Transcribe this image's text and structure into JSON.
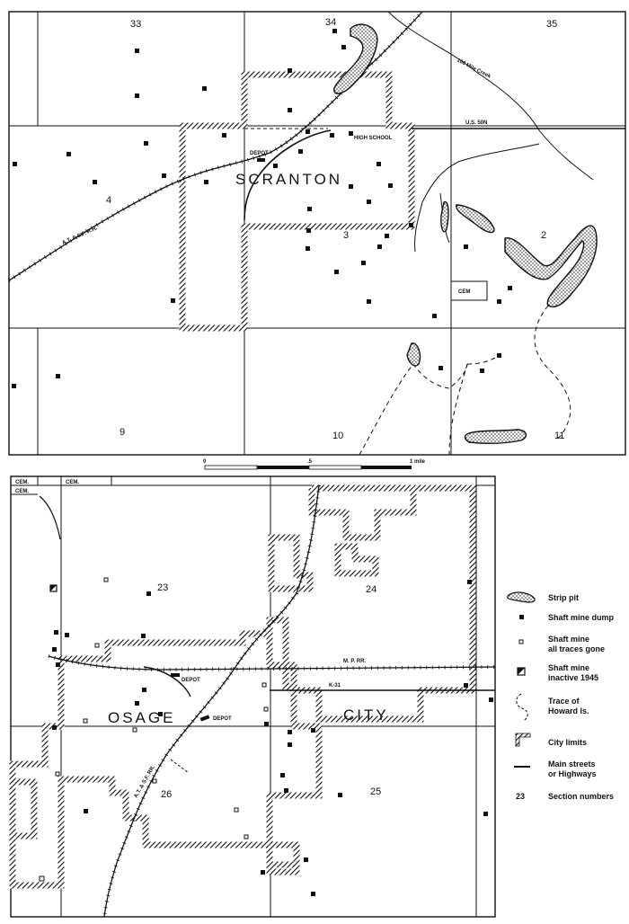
{
  "scranton": {
    "town_label": "SCRANTON",
    "sections": [
      "33",
      "34",
      "35",
      "4",
      "3",
      "2",
      "9",
      "10",
      "11"
    ],
    "labels": {
      "creek": "100 Mile Creek",
      "highway": "U.S. 50N",
      "railroad": "A.T. & S.F. R.R.",
      "depot": "DEPOT",
      "high_school": "HIGH SCHOOL",
      "cemetery": "CEM"
    }
  },
  "scale_bar": {
    "ticks": [
      "0",
      ".5",
      "1 mile"
    ]
  },
  "osage_city": {
    "town_label_left": "OSAGE",
    "town_label_right": "CITY",
    "sections": [
      "23",
      "24",
      "26",
      "25"
    ],
    "labels": {
      "cemetery_1": "CEM.",
      "cemetery_2": "CEM.",
      "cemetery_3": "CEM.",
      "railroad_mp": "M. P. RR.",
      "highway": "K-31",
      "railroad_atsf": "A.T. & S.F. RR.",
      "depot_1": "DEPOT",
      "depot_2": "DEPOT"
    }
  },
  "legend": {
    "items": [
      {
        "icon": "strip-pit-icon",
        "label": "Strip pit"
      },
      {
        "icon": "shaft-mine-dump-icon",
        "label": "Shaft mine dump"
      },
      {
        "icon": "shaft-mine-gone-icon",
        "label": "Shaft mine all traces gone"
      },
      {
        "icon": "shaft-mine-inactive-icon",
        "label": "Shaft mine inactive 1945"
      },
      {
        "icon": "howard-trace-icon",
        "label": "Trace of Howard ls."
      },
      {
        "icon": "city-limits-icon",
        "label": "City limits"
      },
      {
        "icon": "main-streets-icon",
        "label": "Main streets or Highways"
      },
      {
        "icon": "section-number-icon",
        "label": "Section numbers",
        "sample": "23"
      }
    ]
  }
}
